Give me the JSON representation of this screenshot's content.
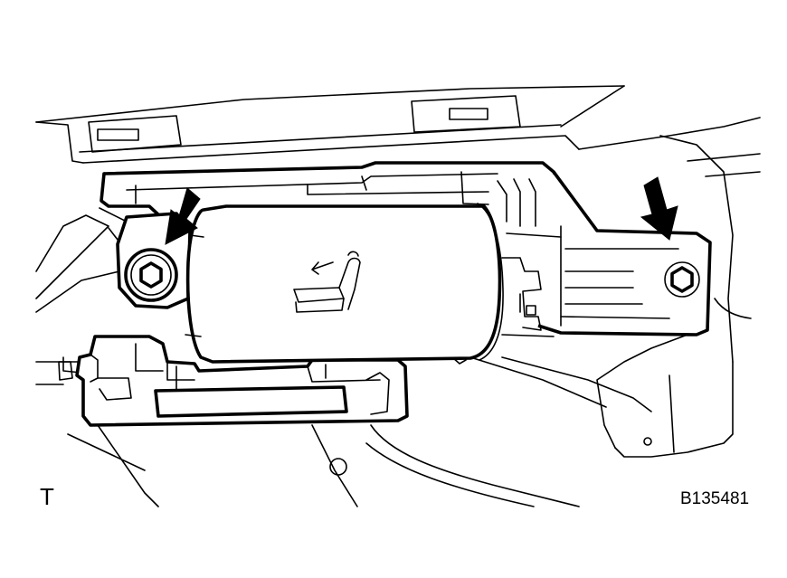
{
  "labels": {
    "corner_letter": "T",
    "figure_code": "B135481"
  },
  "arrows": [
    {
      "points_to": "left-bolt"
    },
    {
      "points_to": "right-bolt"
    }
  ],
  "colors": {
    "line": "#000000",
    "background": "#ffffff"
  }
}
